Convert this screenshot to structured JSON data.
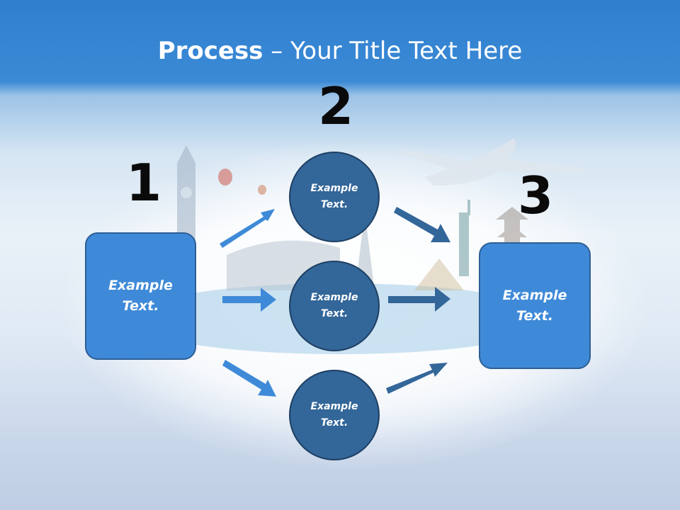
{
  "slide": {
    "title_bold": "Process",
    "title_rest": " – Your Title Text Here"
  },
  "steps": {
    "one": "1",
    "two": "2",
    "three": "3"
  },
  "nodes": {
    "left_box": "Example\nText.",
    "circle_top": "Example\nText.",
    "circle_middle": "Example\nText.",
    "circle_bottom": "Example\nText.",
    "right_box": "Example\nText."
  },
  "colors": {
    "header_blue": "#2f7fcf",
    "box_blue": "#3f8ad8",
    "circle_blue": "#336699",
    "arrow_light": "#3f8ad8",
    "arrow_dark": "#336699"
  }
}
